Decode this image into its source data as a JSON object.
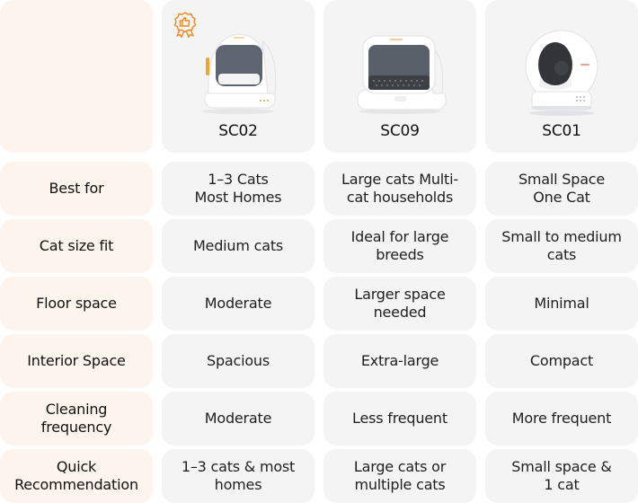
{
  "products": [
    {
      "model": "SC02",
      "badge": "recommended-award-icon",
      "image": "sc02-litter-box-image"
    },
    {
      "model": "SC09",
      "image": "sc09-litter-box-image"
    },
    {
      "model": "SC01",
      "image": "sc01-litter-box-image"
    }
  ],
  "colors": {
    "accent": "#f08a24",
    "label_bg": "#fdf5ed",
    "value_bg": "#f4f4f4"
  },
  "rows": [
    {
      "label": [
        "Best for"
      ],
      "values": [
        [
          "1–3 Cats",
          "Most Homes"
        ],
        [
          "Large cats Multi-",
          "cat households"
        ],
        [
          "Small Space",
          "One Cat"
        ]
      ]
    },
    {
      "label": [
        "Cat size fit"
      ],
      "values": [
        [
          "Medium cats"
        ],
        [
          "Ideal for large",
          "breeds"
        ],
        [
          "Small to medium",
          "cats"
        ]
      ]
    },
    {
      "label": [
        "Floor space"
      ],
      "values": [
        [
          "Moderate"
        ],
        [
          "Larger space",
          "needed"
        ],
        [
          "Minimal"
        ]
      ]
    },
    {
      "label": [
        "Interior Space"
      ],
      "values": [
        [
          "Spacious"
        ],
        [
          "Extra-large"
        ],
        [
          "Compact"
        ]
      ]
    },
    {
      "label": [
        "Cleaning",
        "frequency"
      ],
      "values": [
        [
          "Moderate"
        ],
        [
          "Less frequent"
        ],
        [
          "More frequent"
        ]
      ]
    },
    {
      "label": [
        "Quick",
        "Recommendation"
      ],
      "values": [
        [
          "1–3 cats & most",
          "homes"
        ],
        [
          "Large cats or",
          "multiple cats"
        ],
        [
          "Small space &",
          "1 cat"
        ]
      ]
    }
  ]
}
